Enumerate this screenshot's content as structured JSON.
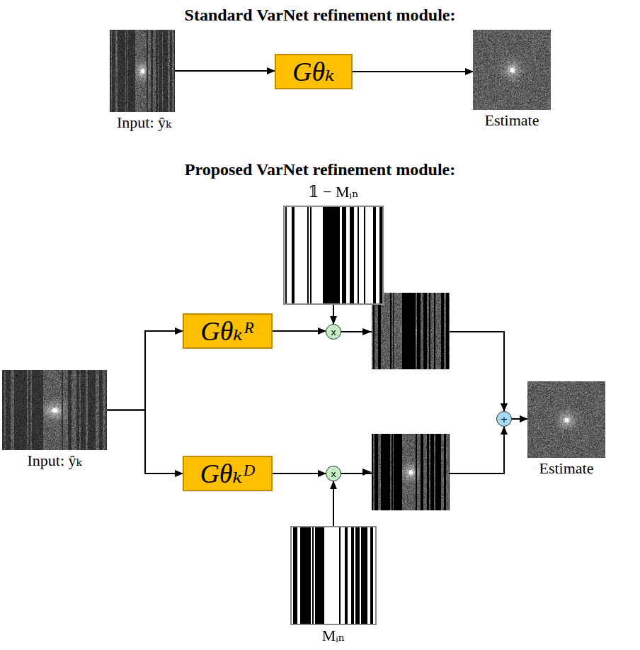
{
  "diagram": {
    "nodes": [
      {
        "text": [
          "Input: ŷₖ"
        ]
      },
      {
        "text": [
          "Gθₖ"
        ]
      },
      {
        "text": [
          "Estimate"
        ]
      },
      {
        "text": [
          "𝟙 − Mᵢₙ"
        ]
      },
      {
        "text": [
          "Input: ŷₖ"
        ]
      },
      {
        "text": [
          "Gθₖᴿ"
        ]
      },
      {
        "text": [
          "x"
        ]
      },
      {
        "text": [
          "Gθₖᴰ"
        ]
      },
      {
        "text": [
          "x"
        ]
      },
      {
        "text": [
          "Mᵢₙ"
        ]
      },
      {
        "text": [
          "+"
        ]
      },
      {
        "text": [
          "Estimate"
        ]
      }
    ],
    "edges": [
      {
        "from": 0,
        "to": 1,
        "arrow": "to"
      },
      {
        "from": 1,
        "to": 2,
        "arrow": "to"
      },
      {
        "from": 4,
        "to": 5,
        "arrow": "to"
      },
      {
        "from": 4,
        "to": 7,
        "arrow": "to"
      },
      {
        "from": 5,
        "to": 6,
        "arrow": "to"
      },
      {
        "from": 7,
        "to": 8,
        "arrow": "to"
      },
      {
        "from": 3,
        "to": 6,
        "arrow": "to"
      },
      {
        "from": 9,
        "to": 8,
        "arrow": "to"
      },
      {
        "from": 6,
        "to": 10,
        "arrow": "to"
      },
      {
        "from": 8,
        "to": 10,
        "arrow": "to"
      },
      {
        "from": 10,
        "to": 11,
        "arrow": "to"
      }
    ],
    "labels": [
      "Standard VarNet refinement module:",
      "Proposed VarNet refinement module:"
    ]
  }
}
